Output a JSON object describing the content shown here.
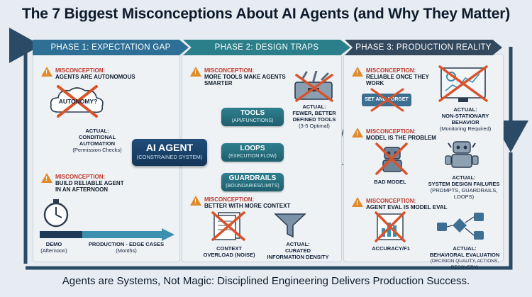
{
  "title": "The 7 Biggest Misconceptions About AI Agents (and Why They Matter)",
  "footer": "Agents are Systems, Not Magic: Disciplined Engineering Delivers Production Success.",
  "phases": [
    "PHASE 1: EXPECTATION GAP",
    "PHASE 2: DESIGN TRAPS",
    "PHASE 3: PRODUCTION REALITY"
  ],
  "center": {
    "agent": {
      "title": "AI AGENT",
      "sub": "(CONSTRAINED SYSTEM)"
    },
    "tools": {
      "title": "TOOLS",
      "sub": "(API/FUNCTIONS)"
    },
    "loops": {
      "title": "LOOPS",
      "sub": "(EXECUTION FLOW)"
    },
    "guardrails": {
      "title": "GUARDRAILS",
      "sub": "(BOUNDARIES/LIMITS)"
    }
  },
  "p1": {
    "m1": {
      "label": "MISCONCEPTION:",
      "text": "AGENTS ARE AUTONOMOUS"
    },
    "cloud_text": "AUTONOMY?",
    "actual1": {
      "l1": "ACTUAL:",
      "l2": "CONDITIONAL",
      "l3": "AUTOMATION",
      "sub": "(Permission Checks)"
    },
    "m2": {
      "label": "MISCONCEPTION:",
      "l1": "BUILD RELIABLE AGENT",
      "l2": "IN AN AFTERNOON"
    },
    "demo": {
      "l1": "DEMO",
      "l2": "(Afternoon)"
    },
    "prod": {
      "l1": "PRODUCTION - EDGE CASES",
      "l2": "(Months)"
    }
  },
  "p2": {
    "m1": {
      "label": "MISCONCEPTION:",
      "l1": "MORE TOOLS MAKE AGENTS",
      "l2": "SMARTER"
    },
    "actual1": {
      "l1": "ACTUAL:",
      "l2": "FEWER, BETTER",
      "l3": "DEFINED TOOLS",
      "sub": "(3-5 Optimal)"
    },
    "m2": {
      "label": "MISCONCEPTION:",
      "text": "BETTER WITH MORE CONTEXT"
    },
    "context": {
      "l1": "CONTEXT",
      "l2": "OVERLOAD (NOISE)"
    },
    "actual2": {
      "l1": "ACTUAL:",
      "l2": "CURATED",
      "l3": "INFORMATION DENSITY"
    }
  },
  "p3": {
    "m1": {
      "label": "MISCONCEPTION:",
      "l1": "RELIABLE ONCE THEY",
      "l2": "WORK"
    },
    "set_forget": "SET AND FORGET",
    "actual1": {
      "l1": "ACTUAL:",
      "l2": "NON-STATIONARY BEHAVIOR",
      "sub": "(Monitoring Required)"
    },
    "m2": {
      "label": "MISCONCEPTION:",
      "text": "MODEL IS THE PROBLEM"
    },
    "bad_model": "BAD MODEL",
    "actual2": {
      "l1": "ACTUAL:",
      "l2": "SYSTEM DESIGN FAILURES",
      "sub": "(PROMPTS, GUARDRAILS, LOOPS)"
    },
    "m3": {
      "label": "MISCONCEPTION:",
      "text": "AGENT EVAL IS MODEL EVAL"
    },
    "accuracy": "ACCURACY/F1",
    "actual3": {
      "l1": "ACTUAL:",
      "l2": "BEHAVIORAL EVALUATION",
      "sub": "(DECISION QUALITY, ACTIONS, RECOVERY)"
    }
  },
  "colors": {
    "p1": "#2e6f96",
    "p2": "#2a7f8a",
    "p3": "#33495e",
    "warn": "#e08a2a",
    "cross": "#d9532b",
    "flow": "#23415f"
  }
}
